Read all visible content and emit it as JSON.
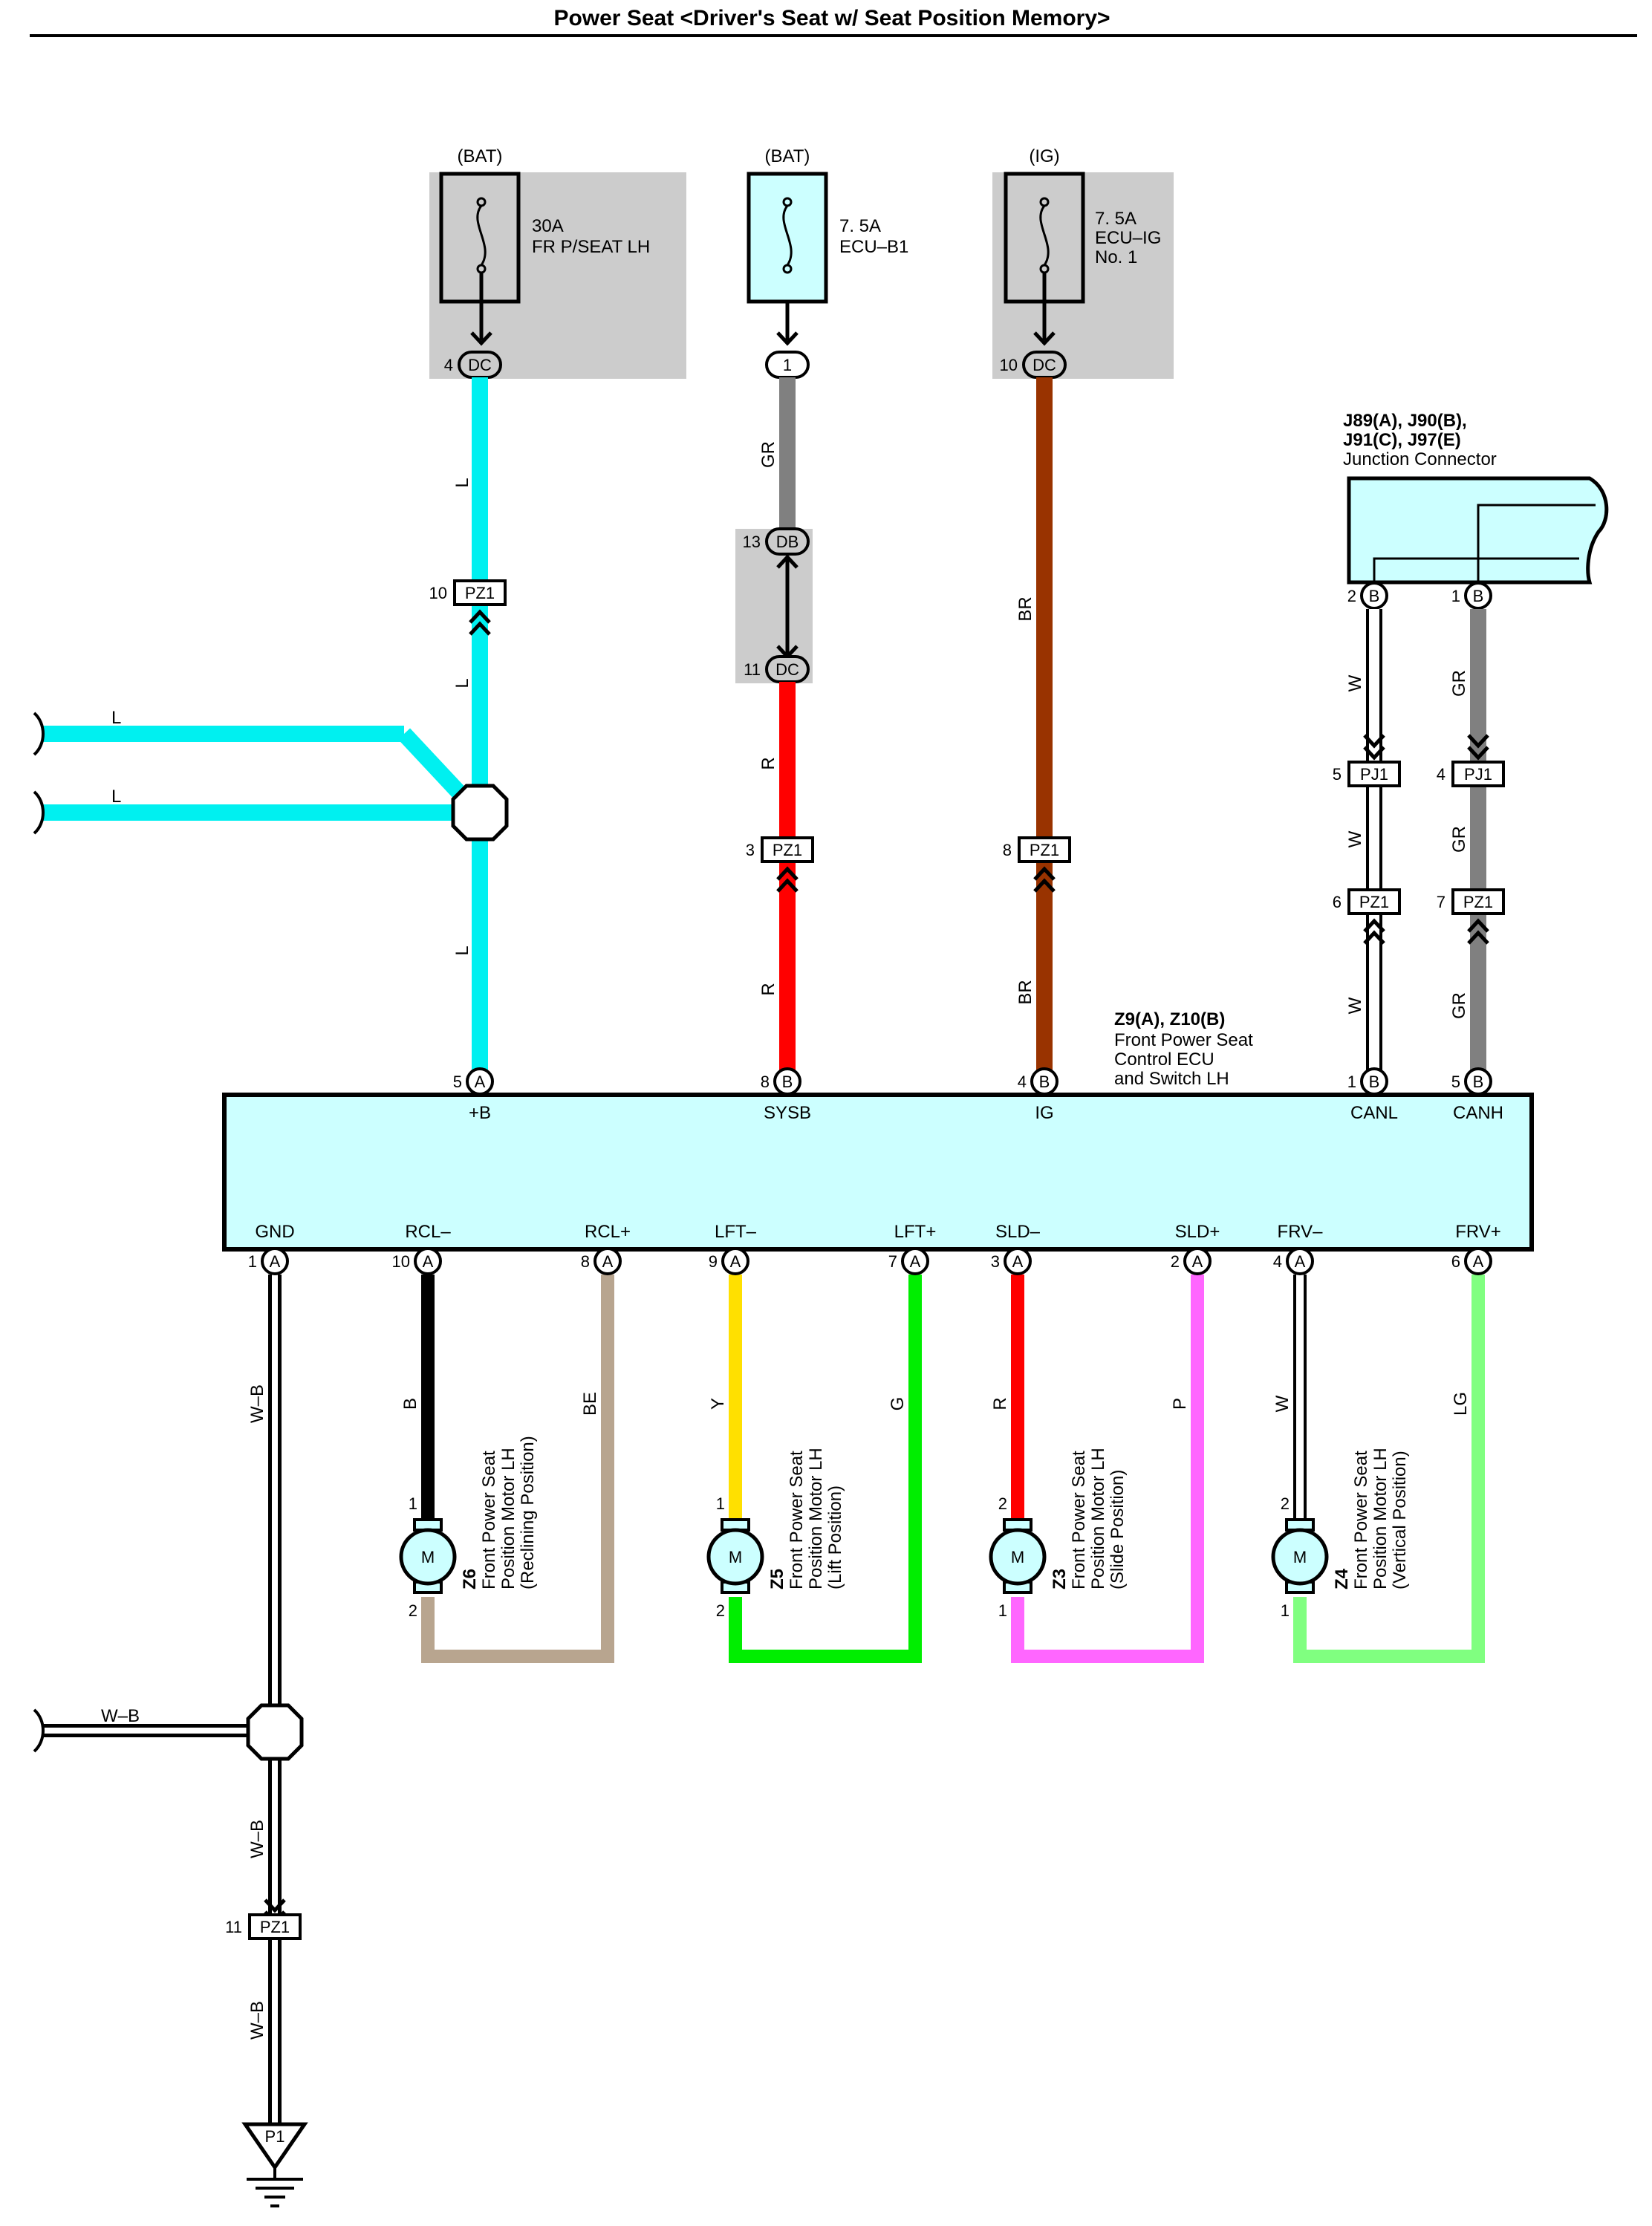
{
  "title": "Power Seat <Driver's Seat w/ Seat Position Memory>",
  "fuses": [
    {
      "source": "(BAT)",
      "line1": "30A",
      "line2": "FR P/SEAT LH",
      "line3": "",
      "pin": "4",
      "conn": "DC"
    },
    {
      "source": "(BAT)",
      "line1": "7. 5A",
      "line2": "ECU–B1",
      "line3": "",
      "pin": "",
      "conn": "1"
    },
    {
      "source": "(IG)",
      "line1": "7. 5A",
      "line2": "ECU–IG",
      "line3": "No. 1",
      "pin": "10",
      "conn": "DC"
    }
  ],
  "junction": {
    "ids1": "J89(A), J90(B),",
    "ids2": "J91(C), J97(E)",
    "name": "Junction Connector",
    "pins": [
      {
        "pin": "2",
        "conn": "B"
      },
      {
        "pin": "1",
        "conn": "B"
      }
    ]
  },
  "ecu": {
    "ids": "Z9(A), Z10(B)",
    "name1": "Front Power Seat",
    "name2": "Control ECU",
    "name3": "and Switch LH",
    "top_pins": [
      {
        "pin": "5",
        "conn": "A",
        "label": "+B"
      },
      {
        "pin": "8",
        "conn": "B",
        "label": "SYSB"
      },
      {
        "pin": "4",
        "conn": "B",
        "label": "IG"
      },
      {
        "pin": "1",
        "conn": "B",
        "label": "CANL"
      },
      {
        "pin": "5",
        "conn": "B",
        "label": "CANH"
      }
    ],
    "bottom_pins": [
      {
        "pin": "1",
        "conn": "A",
        "label": "GND"
      },
      {
        "pin": "10",
        "conn": "A",
        "label": "RCL–"
      },
      {
        "pin": "8",
        "conn": "A",
        "label": "RCL+"
      },
      {
        "pin": "9",
        "conn": "A",
        "label": "LFT–"
      },
      {
        "pin": "7",
        "conn": "A",
        "label": "LFT+"
      },
      {
        "pin": "3",
        "conn": "A",
        "label": "SLD–"
      },
      {
        "pin": "2",
        "conn": "A",
        "label": "SLD+"
      },
      {
        "pin": "4",
        "conn": "A",
        "label": "FRV–"
      },
      {
        "pin": "6",
        "conn": "A",
        "label": "FRV+"
      }
    ]
  },
  "inline_connectors": [
    {
      "id": "PZ1",
      "pin": "10"
    },
    {
      "id": "DB",
      "pin": "13"
    },
    {
      "id": "DC",
      "pin": "11"
    },
    {
      "id": "PZ1",
      "pin": "3"
    },
    {
      "id": "PZ1",
      "pin": "8"
    },
    {
      "id": "PJ1",
      "pin": "5"
    },
    {
      "id": "PJ1",
      "pin": "4"
    },
    {
      "id": "PZ1",
      "pin": "6"
    },
    {
      "id": "PZ1",
      "pin": "7"
    },
    {
      "id": "PZ1",
      "pin": "11"
    }
  ],
  "wires": {
    "l": "L",
    "gr": "GR",
    "r": "R",
    "br": "BR",
    "w": "W",
    "wb": "W–B",
    "b": "B",
    "be": "BE",
    "y": "Y",
    "g": "G",
    "p": "P",
    "lg": "LG"
  },
  "motors": [
    {
      "id": "Z6",
      "line1": "Front Power Seat",
      "line2": "Position Motor LH",
      "line3": "(Reclining Position)",
      "pin_top": "1",
      "pin_bottom": "2",
      "symbol": "M"
    },
    {
      "id": "Z5",
      "line1": "Front Power Seat",
      "line2": "Position Motor LH",
      "line3": "(Lift Position)",
      "pin_top": "1",
      "pin_bottom": "2",
      "symbol": "M"
    },
    {
      "id": "Z3",
      "line1": "Front Power Seat",
      "line2": "Position Motor LH",
      "line3": "(Slide Position)",
      "pin_top": "2",
      "pin_bottom": "1",
      "symbol": "M"
    },
    {
      "id": "Z4",
      "line1": "Front Power Seat",
      "line2": "Position Motor LH",
      "line3": "(Vertical Position)",
      "pin_top": "2",
      "pin_bottom": "1",
      "symbol": "M"
    }
  ],
  "ground": {
    "id": "P1"
  },
  "colors": {
    "blue": "#00f0f0",
    "gray": "#808080",
    "red": "#ff0000",
    "brown": "#993300",
    "black": "#000000",
    "beige": "#b8a58f",
    "yellow": "#ffe000",
    "green": "#00ee00",
    "pink": "#ff66ff",
    "lightgreen": "#80ff80",
    "ecu_fill": "#ccffff",
    "fuse_box": "#cccccc"
  }
}
